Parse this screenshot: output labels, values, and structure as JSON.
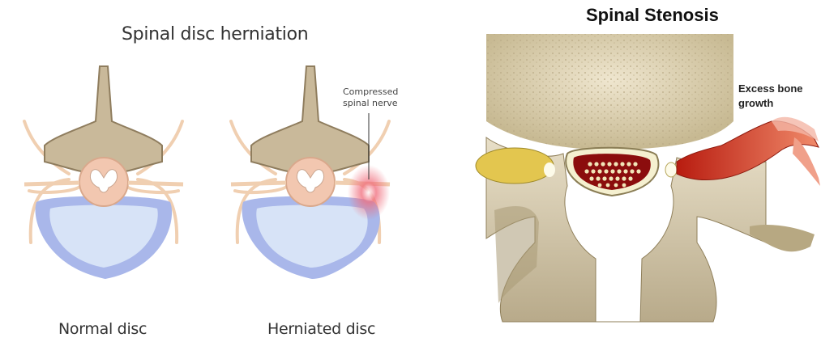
{
  "herniation_figure": {
    "title": "Spinal disc herniation",
    "callout": "Compressed spinal nerve",
    "callout_lines": [
      "Compressed",
      "spinal nerve"
    ],
    "captions": [
      "Normal disc",
      "Herniated disc"
    ]
  },
  "stenosis_figure": {
    "title": "Spinal Stenosis",
    "callout": "Excess bone growth",
    "callout_lines": [
      "Excess bone",
      "growth"
    ]
  },
  "colors": {
    "bone": "#c9b99a",
    "bone_outline": "#8f7d5e",
    "disc": "#a9b7ea",
    "disc_inner": "#d7e3f7",
    "spinal_cord": "#f2c7b0",
    "nerve": "#f0cfb1",
    "inflammation": "#f06b7a",
    "growth_red": "#d92a1a",
    "nerve_yellow": "#e3c64f"
  }
}
